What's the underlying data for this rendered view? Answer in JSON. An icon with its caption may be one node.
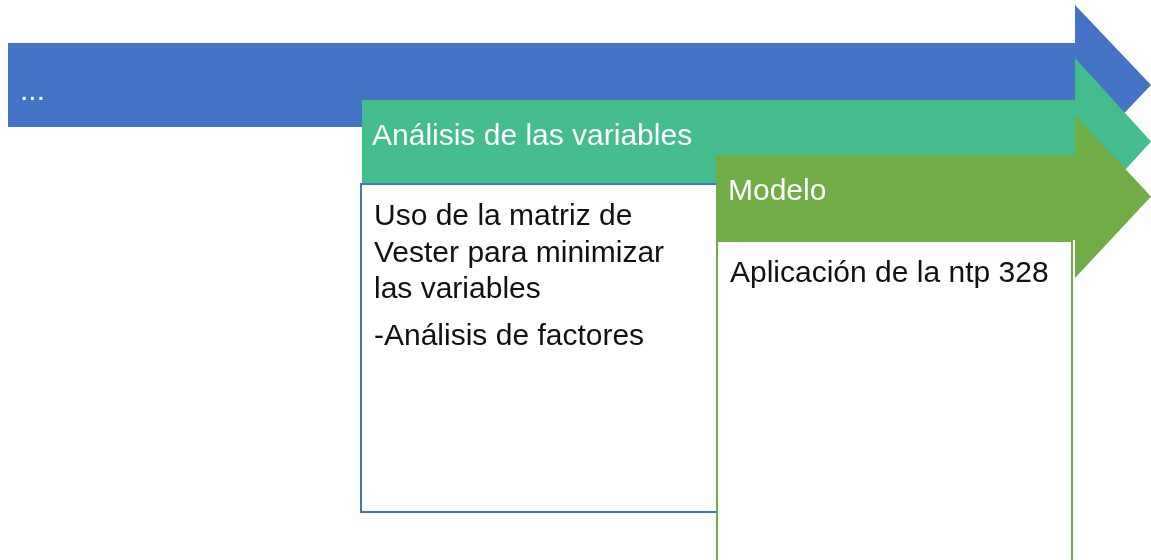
{
  "diagram": {
    "nodes": [
      {
        "text": [
          "..."
        ]
      },
      {
        "text": [
          "Análisis de las variables"
        ]
      },
      {
        "text": [
          "Uso de la matriz de Vester para minimizar las variables",
          "-Análisis de factores"
        ]
      },
      {
        "text": [
          "Modelo"
        ]
      },
      {
        "text": [
          "Aplicación de la ntp 328"
        ]
      }
    ]
  }
}
